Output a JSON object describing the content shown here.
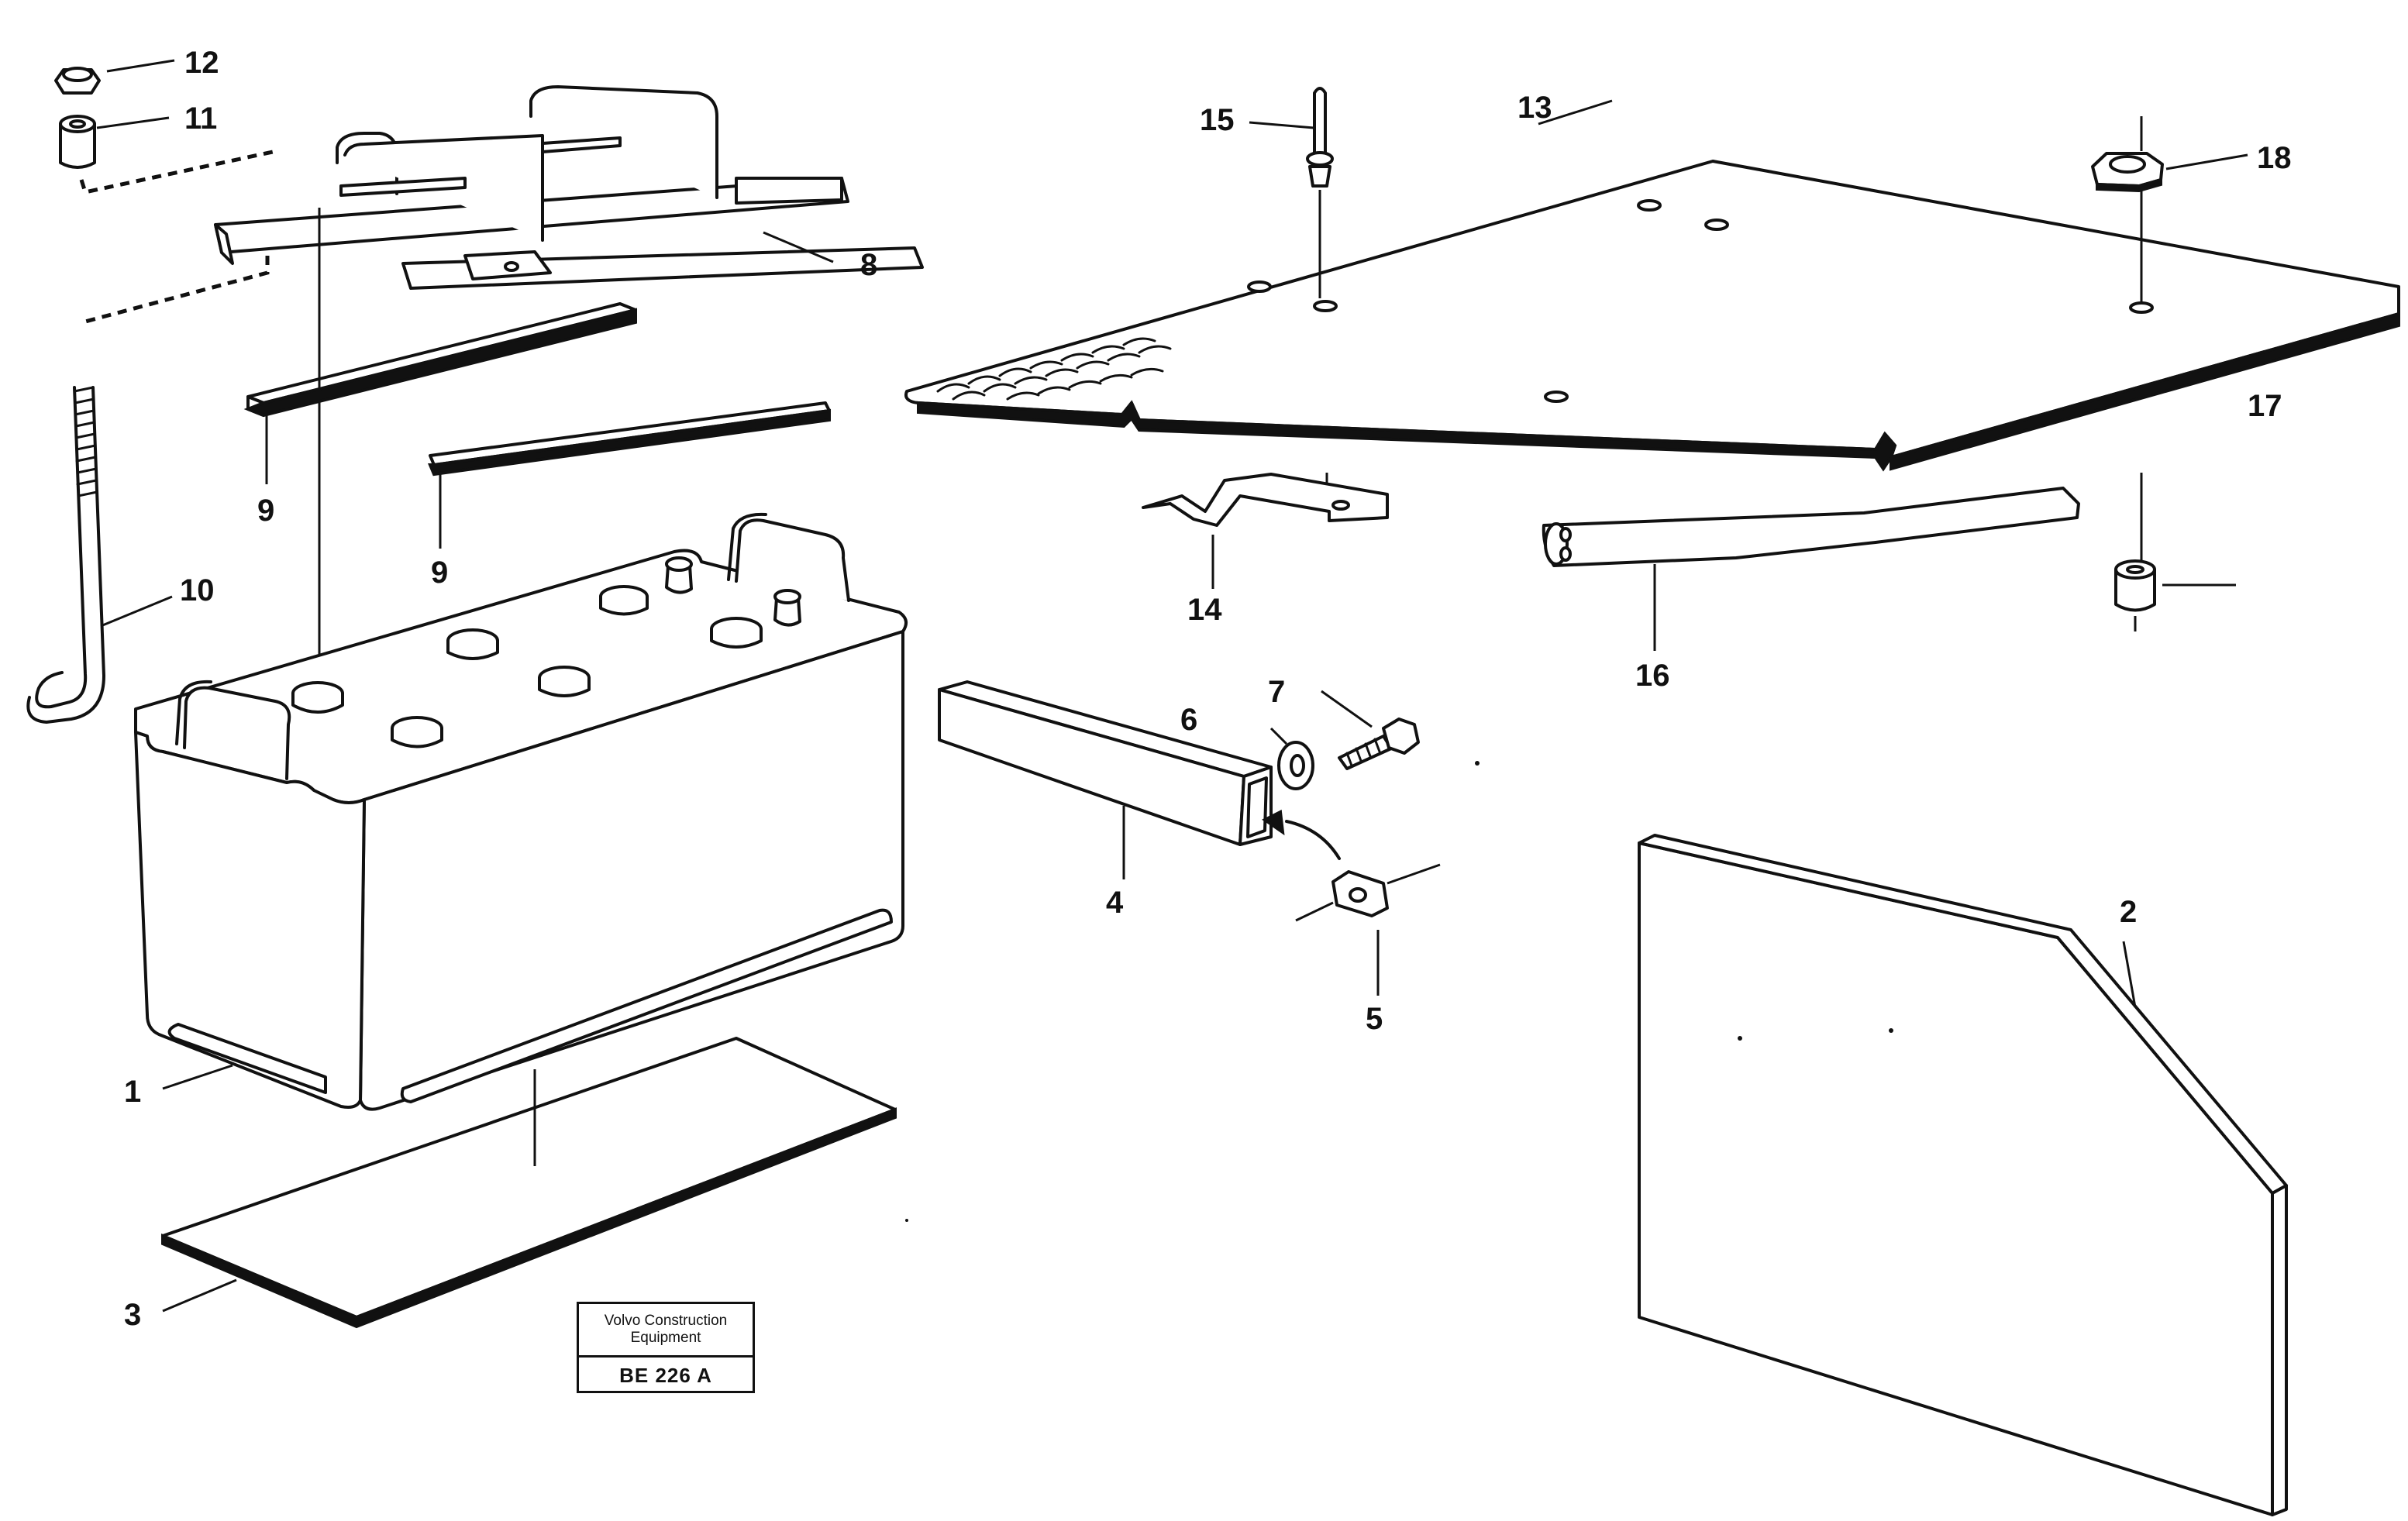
{
  "callouts": {
    "c1": "1",
    "c2": "2",
    "c3": "3",
    "c4": "4",
    "c5": "5",
    "c6": "6",
    "c7": "7",
    "c8": "8",
    "c9a": "9",
    "c9b": "9",
    "c10": "10",
    "c11": "11",
    "c12": "12",
    "c13": "13",
    "c14": "14",
    "c15": "15",
    "c16": "16",
    "c17": "17",
    "c18": "18"
  },
  "label_box": {
    "line1": "Volvo Construction",
    "line2": "Equipment",
    "code": "BE 226 A"
  }
}
